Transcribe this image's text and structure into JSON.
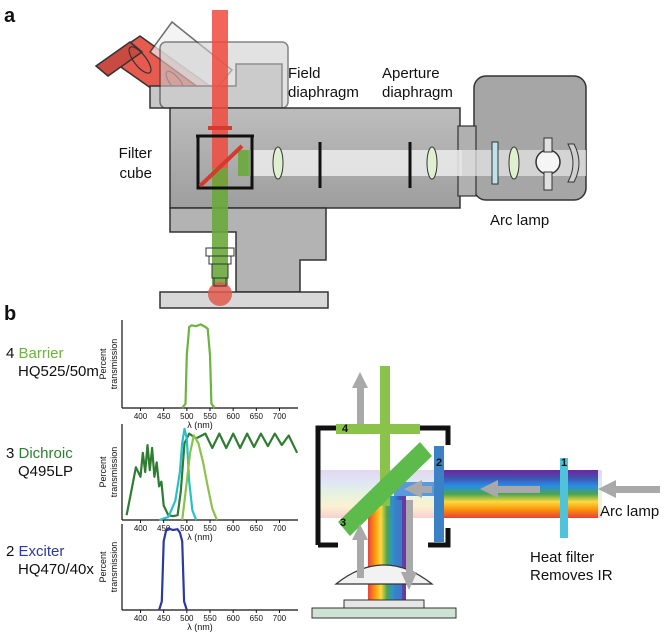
{
  "panels": {
    "a": "a",
    "b": "b"
  },
  "panel_a": {
    "field_diaphragm": [
      "Field",
      "diaphragm"
    ],
    "aperture_diaphragm": [
      "Aperture",
      "diaphragm"
    ],
    "filter_cube": [
      "Filter",
      "cube"
    ],
    "arc_lamp": "Arc lamp"
  },
  "panel_b": {
    "filters": [
      {
        "index": "4",
        "name": "Barrier",
        "model": "HQ525/50m",
        "color": "#6cb33f"
      },
      {
        "index": "3",
        "name": "Dichroic",
        "model": "Q495LP",
        "color": "#2e7d32"
      },
      {
        "index": "2",
        "name": "Exciter",
        "model": "HQ470/40x",
        "color": "#2b3a9c"
      }
    ],
    "ylabel": [
      "Percent",
      "transmission"
    ],
    "xlabel": "λ (nm)",
    "ticks": [
      "400",
      "450",
      "500",
      "550",
      "600",
      "650",
      "700"
    ],
    "cube_numbers": [
      "4",
      "2",
      "3",
      "1"
    ],
    "arc_lamp": "Arc lamp",
    "heat_filter": "Heat filter",
    "heat_filter_note": "Removes IR",
    "colors": {
      "heat_filter": "#4fc3d9",
      "emission": "#8bc34a",
      "dichroic": "#5dbb4c",
      "excitation": "#3b82c4",
      "arrow": "#a9a9a9"
    }
  },
  "chart_data": [
    {
      "type": "line",
      "title": "",
      "xlabel": "λ (nm)",
      "ylabel": "Percent transmission",
      "xlim": [
        360,
        740
      ],
      "ylim": [
        0,
        100
      ],
      "series": [
        {
          "name": "",
          "color": "#6cb33f",
          "x": [
            490,
            497,
            500,
            505,
            510,
            520,
            530,
            540,
            545,
            550,
            553,
            560
          ],
          "y": [
            0,
            5,
            60,
            92,
            94,
            93,
            95,
            92,
            90,
            60,
            5,
            0
          ]
        }
      ]
    },
    {
      "type": "line",
      "title": "",
      "xlabel": "λ (nm)",
      "ylabel": "Percent transmission",
      "xlim": [
        360,
        740
      ],
      "ylim": [
        0,
        100
      ],
      "series": [
        {
          "name": "",
          "color": "#2e7d32",
          "x": [
            370,
            380,
            390,
            400,
            405,
            410,
            415,
            420,
            425,
            430,
            435,
            440,
            445,
            450,
            460,
            470,
            480,
            487,
            495,
            505,
            520,
            540,
            555,
            570,
            585,
            600,
            615,
            630,
            645,
            660,
            675,
            690,
            705,
            720,
            738
          ],
          "y": [
            5,
            30,
            55,
            45,
            70,
            50,
            78,
            52,
            75,
            45,
            60,
            35,
            40,
            15,
            5,
            4,
            5,
            30,
            80,
            90,
            85,
            90,
            75,
            90,
            75,
            90,
            75,
            90,
            76,
            90,
            77,
            90,
            78,
            88,
            70
          ]
        },
        {
          "name": "",
          "color": "#2bc0c8",
          "x": [
            440,
            460,
            475,
            485,
            490,
            495,
            500,
            505,
            512,
            520
          ],
          "y": [
            0,
            3,
            20,
            50,
            80,
            95,
            85,
            40,
            10,
            0
          ]
        },
        {
          "name": "",
          "color": "#8bc34a",
          "x": [
            490,
            500,
            507,
            515,
            525,
            535,
            545,
            555,
            565
          ],
          "y": [
            0,
            40,
            70,
            88,
            80,
            60,
            35,
            12,
            0
          ]
        }
      ]
    },
    {
      "type": "line",
      "title": "",
      "xlabel": "λ (nm)",
      "ylabel": "Percent transmission",
      "xlim": [
        360,
        740
      ],
      "ylim": [
        0,
        100
      ],
      "series": [
        {
          "name": "",
          "color": "#2b3a9c",
          "x": [
            440,
            446,
            450,
            455,
            460,
            470,
            480,
            485,
            490,
            494,
            500
          ],
          "y": [
            0,
            10,
            80,
            92,
            95,
            93,
            94,
            90,
            80,
            10,
            0
          ]
        }
      ]
    }
  ]
}
